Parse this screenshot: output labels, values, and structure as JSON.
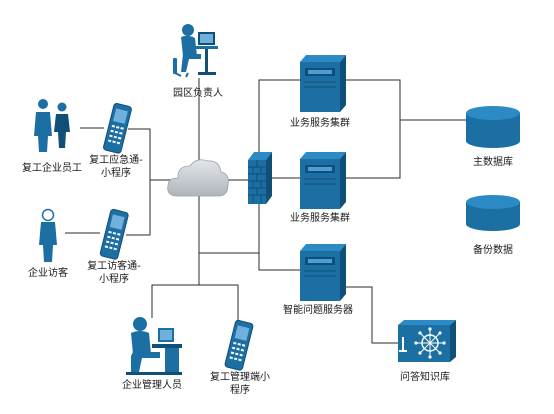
{
  "colors": {
    "primary": "#1c6fa3",
    "primary_dark": "#0f4f78",
    "primary_light": "#2c8ac4",
    "cloud": "#c9ced3",
    "line": "#2b2b2b"
  },
  "nodes": {
    "park_manager": {
      "label": "园区负责人",
      "icon": "person-at-computer-icon"
    },
    "business_cluster_1": {
      "label": "业务服务集群",
      "icon": "server-icon"
    },
    "business_cluster_2": {
      "label": "业务服务集群",
      "icon": "server-icon"
    },
    "qa_server": {
      "label": "智能问题服务器",
      "icon": "server-icon"
    },
    "main_db": {
      "label": "主数据库",
      "icon": "database-icon"
    },
    "backup_db": {
      "label": "备份数据",
      "icon": "database-icon"
    },
    "knowledge_base": {
      "label": "问答知识库",
      "icon": "knowledge-hub-icon"
    },
    "employees": {
      "label": "复工企业员工",
      "icon": "people-icon"
    },
    "emergency_app": {
      "label_line1": "复工应急通-",
      "label_line2": "小程序",
      "icon": "mobile-phone-icon"
    },
    "visitor": {
      "label": "企业访客",
      "icon": "person-icon"
    },
    "visitor_app": {
      "label_line1": "复工访客通-",
      "label_line2": "小程序",
      "icon": "mobile-phone-icon"
    },
    "enterprise_admin": {
      "label": "企业管理人员",
      "icon": "person-at-computer-icon"
    },
    "admin_app": {
      "label_line1": "复工管理端小",
      "label_line2": "程序",
      "icon": "mobile-phone-icon"
    },
    "cloud": {
      "icon": "cloud-icon"
    },
    "firewall": {
      "icon": "firewall-icon"
    }
  }
}
